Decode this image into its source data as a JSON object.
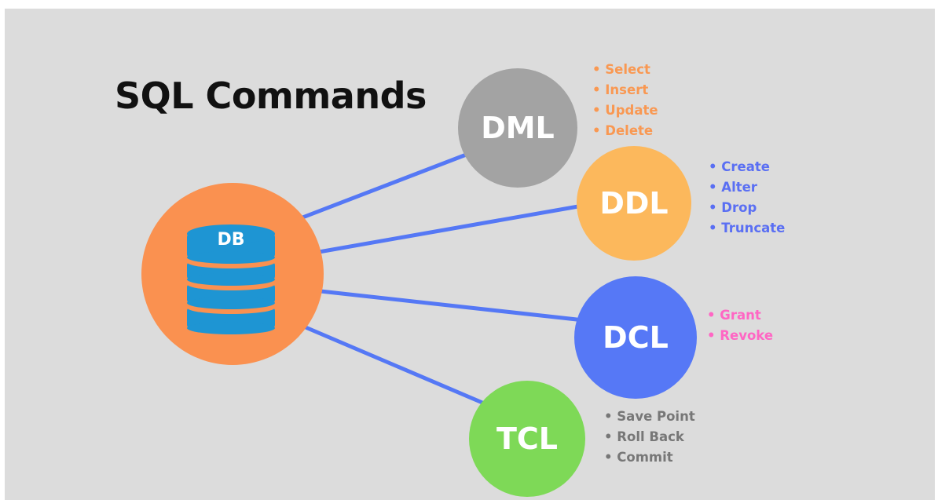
{
  "title": "SQL Commands",
  "colors": {
    "background": "#dcdcdc",
    "connector": "#5578f5",
    "db": "#fa9150",
    "db_icon": "#1e95d3",
    "dml": "#a3a3a3",
    "ddl": "#fcb85c",
    "dcl": "#5678f6",
    "tcl": "#7ed957",
    "dml_text": "#f99852",
    "ddl_text": "#5a6ff3",
    "dcl_text": "#ff66c4",
    "tcl_text": "#777777"
  },
  "db": {
    "label": "DB",
    "icon": "database-icon"
  },
  "groups": [
    {
      "key": "dml",
      "label": "DML",
      "commands": [
        "Select",
        "Insert",
        "Update",
        "Delete"
      ]
    },
    {
      "key": "ddl",
      "label": "DDL",
      "commands": [
        "Create",
        "Alter",
        "Drop",
        "Truncate"
      ]
    },
    {
      "key": "dcl",
      "label": "DCL",
      "commands": [
        "Grant",
        "Revoke"
      ]
    },
    {
      "key": "tcl",
      "label": "TCL",
      "commands": [
        "Save Point",
        "Roll Back",
        "Commit"
      ]
    }
  ]
}
